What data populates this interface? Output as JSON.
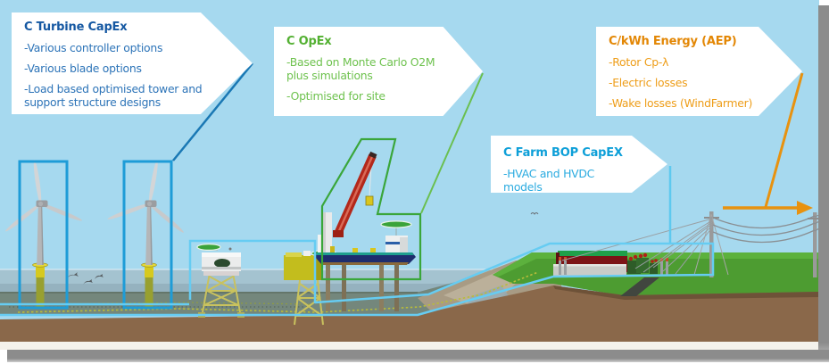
{
  "callouts": [
    {
      "id": "turbine-capex",
      "title": "C Turbine CapEx",
      "items": [
        "-Various controller options",
        "-Various blade options",
        "-Load based optimised tower and support structure designs"
      ],
      "title_color": "#1558a2",
      "body_color": "#2d74b8",
      "connector_color": "#1a78b4"
    },
    {
      "id": "opex",
      "title": "C OpEx",
      "items": [
        "-Based on Monte Carlo O2M plus simulations",
        "-Optimised for site"
      ],
      "title_color": "#53b032",
      "body_color": "#6ec24e",
      "connector_color": "#6abf4f"
    },
    {
      "id": "farm-bop-capex",
      "title": "C Farm BOP CapEX",
      "items": [
        "-HVAC and HVDC models"
      ],
      "title_color": "#0d9fd8",
      "body_color": "#2aabe0",
      "connector_color": "#5ec9ef"
    },
    {
      "id": "energy-aep",
      "title": "C/kWh Energy (AEP)",
      "items": [
        "-Rotor Cp-λ",
        "-Electric losses",
        "-Wake losses (WindFarmer)"
      ],
      "title_color": "#e38705",
      "body_color": "#ee9d18",
      "connector_color": "#e8920f"
    }
  ],
  "scene_colors": {
    "sky": "#a6d9ef",
    "sea": "#9fbecb",
    "seabed": "#74877c",
    "sand": "#a89b84",
    "grass": "#4d9c31",
    "soil": "#8a684a",
    "turbine_box_outline": "#1e9cd7",
    "cable_corridor_outline": "#66ccf2",
    "vessel_region_outline": "#3aa63a",
    "energy_arrow": "#e8920f",
    "slide_shadow": "#8c8c8c"
  }
}
